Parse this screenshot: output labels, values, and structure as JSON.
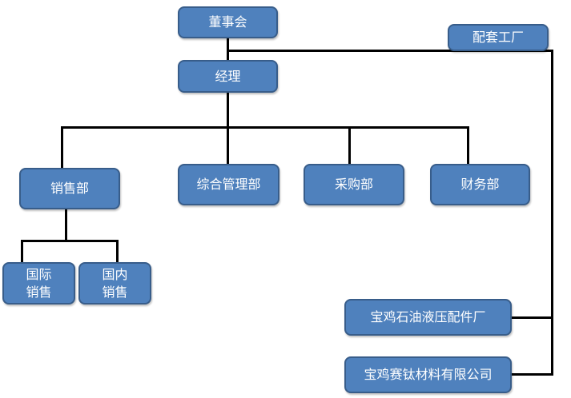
{
  "diagram": {
    "colors": {
      "box_fill": "#4f81bd",
      "box_border": "#385d8a",
      "text": "#ffffff",
      "connector": "#000000"
    },
    "nodes": {
      "board": "董事会",
      "supporting_factory": "配套工厂",
      "manager": "经理",
      "sales": "销售部",
      "general_mgmt": "综合管理部",
      "purchasing": "采购部",
      "finance": "财务部",
      "intl_sales": "国际\n销售",
      "domestic_sales": "国内\n销售",
      "hydraulic_factory": "宝鸡石油液压配件厂",
      "titanium_company": "宝鸡赛钛材料有限公司"
    }
  }
}
